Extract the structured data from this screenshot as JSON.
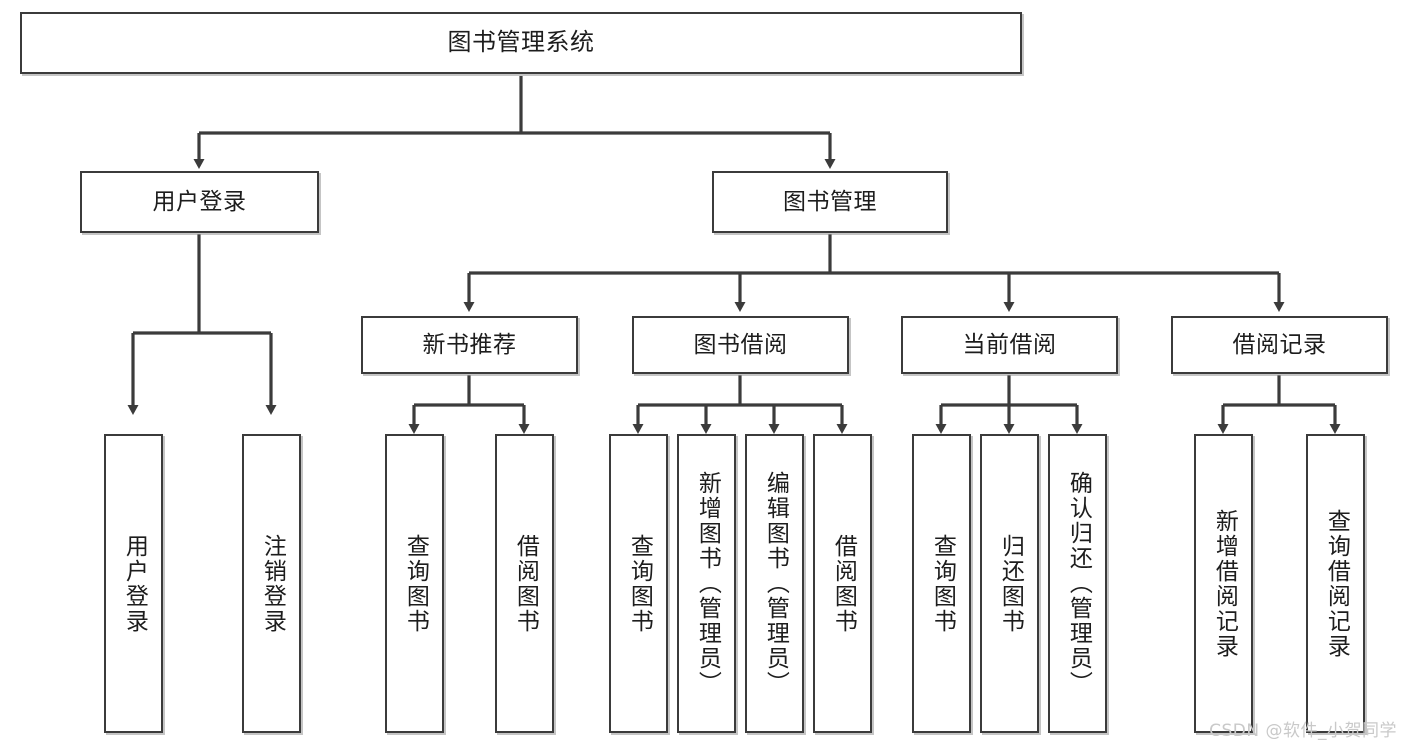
{
  "diagram": {
    "title": "图书管理系统",
    "type": "tree",
    "orientation": "top-down",
    "colors": {
      "node_border": "#3b3b3b",
      "node_fill": "#ffffff",
      "connector": "#3b3b3b",
      "text": "#1d1d1d",
      "watermark": "#c9c9c9",
      "background": "#ffffff"
    },
    "nodes": {
      "root": {
        "label": "图书管理系统"
      },
      "level2": [
        {
          "id": "user-login",
          "label": "用户登录"
        },
        {
          "id": "book-manage",
          "label": "图书管理"
        }
      ],
      "level3": [
        {
          "id": "new-book-recommend",
          "label": "新书推荐"
        },
        {
          "id": "book-borrow",
          "label": "图书借阅"
        },
        {
          "id": "current-borrow",
          "label": "当前借阅"
        },
        {
          "id": "borrow-record",
          "label": "借阅记录"
        }
      ],
      "leaves": {
        "user-login": [
          {
            "id": "leaf-user-login",
            "label": "用户登录"
          },
          {
            "id": "leaf-user-logout",
            "label": "注销登录"
          }
        ],
        "new-book-recommend": [
          {
            "id": "leaf-query-book-1",
            "label": "查询图书"
          },
          {
            "id": "leaf-borrow-book-1",
            "label": "借阅图书"
          }
        ],
        "book-borrow": [
          {
            "id": "leaf-query-book-2",
            "label": "查询图书"
          },
          {
            "id": "leaf-add-book",
            "label": "新增图书（管理员）"
          },
          {
            "id": "leaf-edit-book",
            "label": "编辑图书（管理员）"
          },
          {
            "id": "leaf-borrow-book-2",
            "label": "借阅图书"
          }
        ],
        "current-borrow": [
          {
            "id": "leaf-query-book-3",
            "label": "查询图书"
          },
          {
            "id": "leaf-return-book",
            "label": "归还图书"
          },
          {
            "id": "leaf-confirm-return",
            "label": "确认归还（管理员）"
          }
        ],
        "borrow-record": [
          {
            "id": "leaf-add-record",
            "label": "新增借阅记录"
          },
          {
            "id": "leaf-query-record",
            "label": "查询借阅记录"
          }
        ]
      }
    },
    "watermark": "CSDN @软件_小贺同学"
  }
}
